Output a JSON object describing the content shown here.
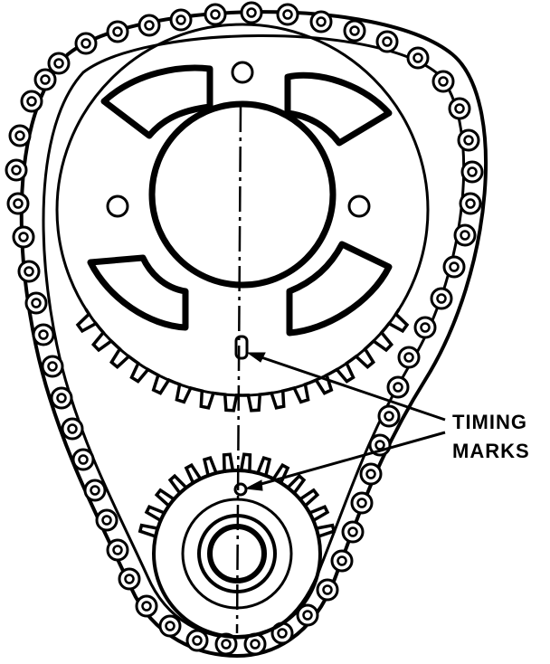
{
  "diagram": {
    "callout": {
      "line1": "TIMING",
      "line2": "MARKS"
    },
    "colors": {
      "ink": "#000000",
      "paper": "#ffffff"
    },
    "components": [
      "camshaft-sprocket",
      "crankshaft-sprocket",
      "timing-chain",
      "timing-marks"
    ]
  }
}
